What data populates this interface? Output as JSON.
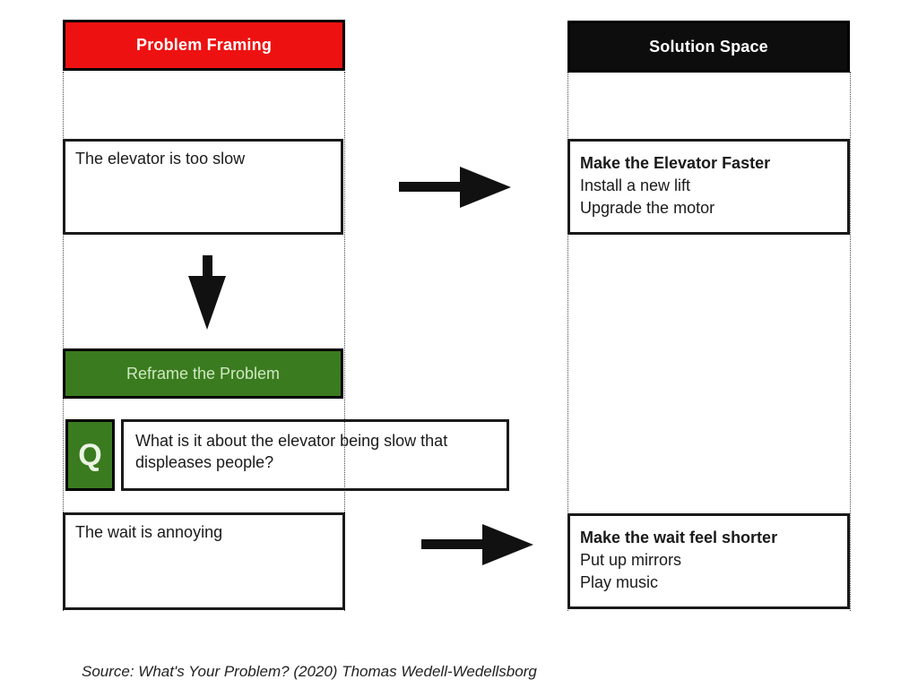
{
  "left_column": {
    "header": "Problem Framing",
    "problem1": "The elevator is too slow",
    "reframe_label": "Reframe the Problem",
    "q_label": "Q",
    "question": "What is it about the elevator being slow that displeases people?",
    "problem2": "The wait is annoying"
  },
  "right_column": {
    "header": "Solution Space",
    "solution1": {
      "title": "Make the Elevator Faster",
      "items": [
        "Install a new lift",
        "Upgrade the motor"
      ]
    },
    "solution2": {
      "title": "Make the wait feel shorter",
      "items": [
        "Put up mirrors",
        "Play music"
      ]
    }
  },
  "source": "Source: What's Your Problem? (2020) Thomas Wedell-Wedellsborg",
  "colors": {
    "problem_header_bg": "#ee1111",
    "solution_header_bg": "#0d0d0d",
    "green_bg": "#3b7b1f",
    "green_text": "#cde9c0",
    "q_text": "#eaf4e4",
    "arrow_black": "#111111"
  }
}
